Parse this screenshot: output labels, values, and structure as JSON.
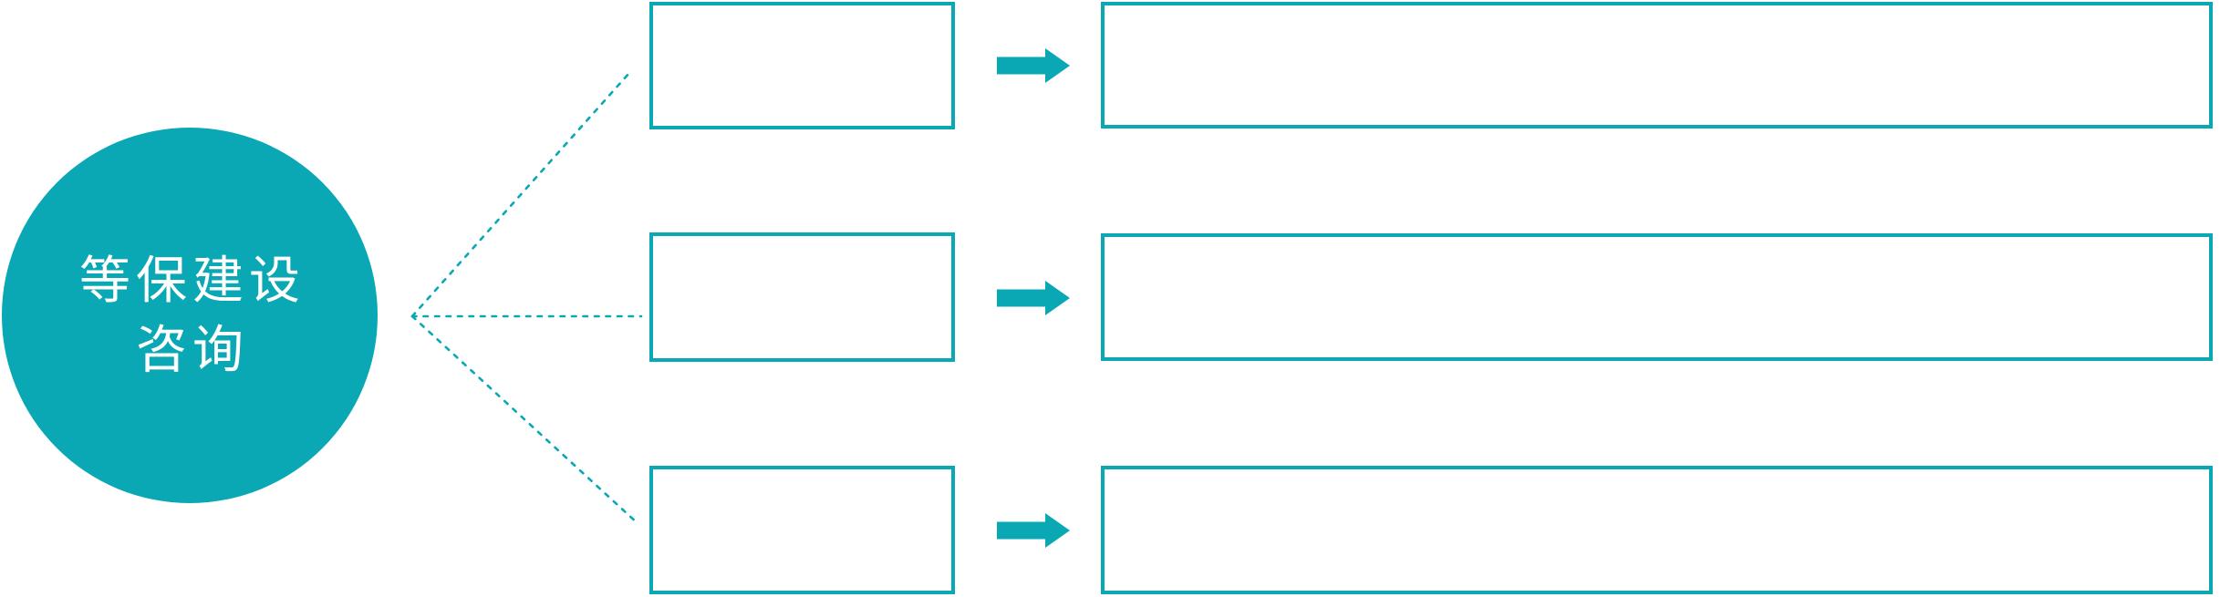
{
  "diagram": {
    "accent_color": "#0AA8B4",
    "background_color": "#FFFFFF",
    "circle": {
      "label_line1": "等保建设",
      "label_line2": "咨询",
      "text_color": "#FFFFFF"
    },
    "connectors": {
      "style": "dotted",
      "count": 3,
      "origin": "right side of circle"
    },
    "rows": [
      {
        "category_box_text": "",
        "detail_box_text": ""
      },
      {
        "category_box_text": "",
        "detail_box_text": ""
      },
      {
        "category_box_text": "",
        "detail_box_text": ""
      }
    ],
    "icons": {
      "arrow": "arrow-right-icon"
    }
  }
}
